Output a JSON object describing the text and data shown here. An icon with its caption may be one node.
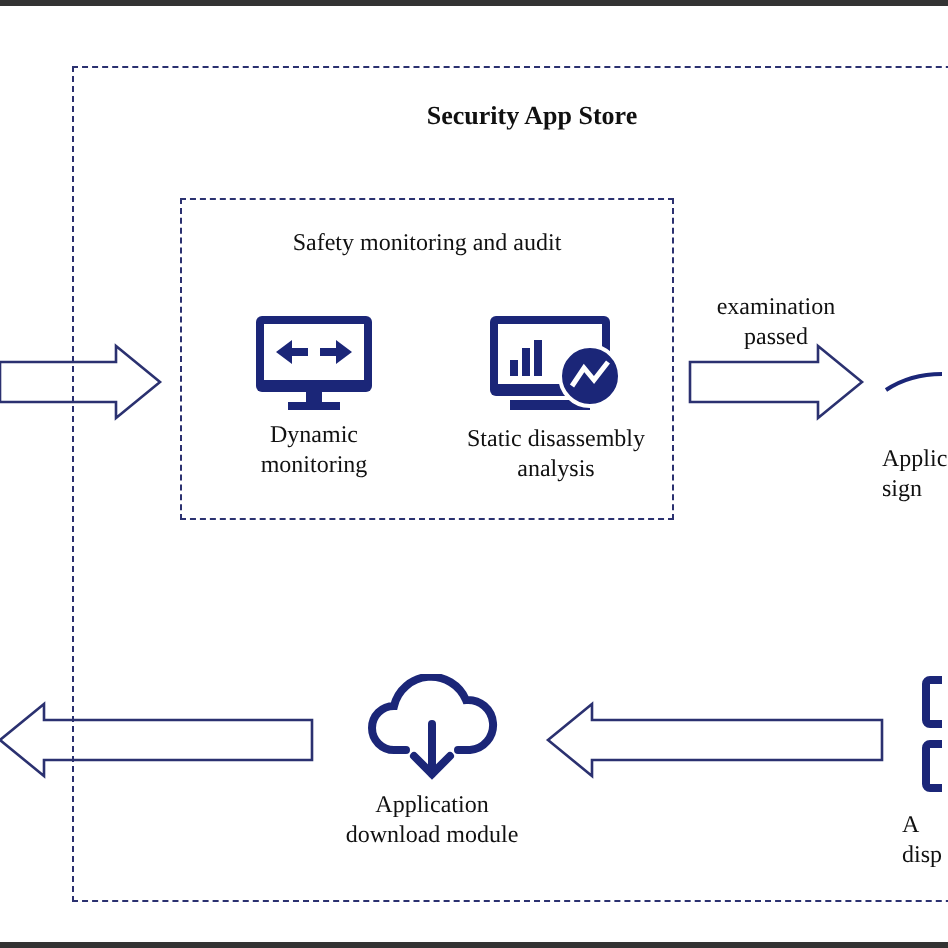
{
  "diagram": {
    "nodes": [
      {
        "text": [
          "Security App Store"
        ]
      },
      {
        "text": [
          "Safety monitoring and audit"
        ],
        "in": 0
      },
      {
        "text": [
          "Dynamic monitoring"
        ],
        "in": 1
      },
      {
        "text": [
          "Static disassembly analysis"
        ],
        "in": 1
      },
      {
        "text": [
          "Applic sign"
        ],
        "in": 0
      },
      {
        "text": [
          "A disp"
        ],
        "in": 0
      },
      {
        "text": [
          "Application download module"
        ],
        "in": 0
      }
    ],
    "edges": [
      {
        "from": null,
        "to": 1,
        "arrow": "to"
      },
      {
        "from": 1,
        "to": 4,
        "arrow": "to",
        "label": "examination passed"
      },
      {
        "from": 5,
        "to": 6,
        "arrow": "to"
      },
      {
        "from": 6,
        "to": null,
        "arrow": "to"
      }
    ]
  }
}
